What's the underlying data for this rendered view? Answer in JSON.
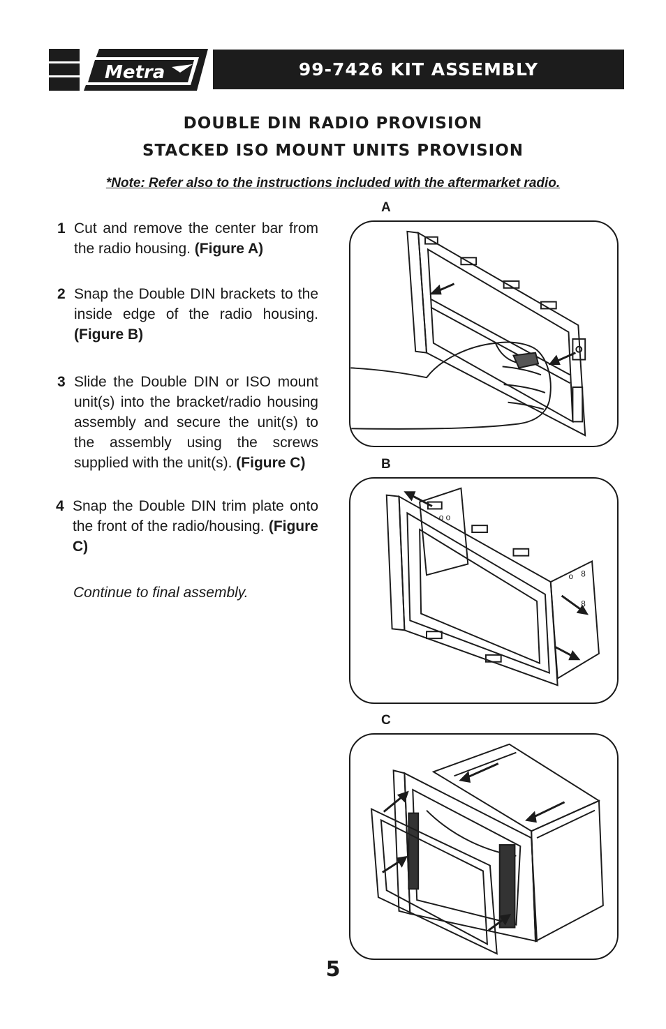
{
  "header": {
    "brand": "Metra",
    "title": "99-7426 KIT ASSEMBLY"
  },
  "titles": {
    "line1": "DOUBLE DIN RADIO PROVISION",
    "line2": "STACKED ISO MOUNT UNITS PROVISION"
  },
  "note": "*Note:  Refer also to the instructions included with the aftermarket radio.",
  "steps": [
    {
      "number": "1",
      "text": "Cut and remove the center bar from the radio housing. ",
      "ref": "(Figure A)"
    },
    {
      "number": "2",
      "text": "Snap the Double DIN brackets to the inside edge of the radio housing. ",
      "ref": "(Figure B)"
    },
    {
      "number": "3",
      "text": "Slide the Double DIN or ISO mount unit(s) into the bracket/radio housing assembly and secure the unit(s) to the assembly using the screws supplied with the unit(s). ",
      "ref": "(Figure C)"
    },
    {
      "number": "4",
      "text": "Snap the Double DIN trim plate onto the front of the radio/housing. ",
      "ref": "(Figure C)"
    }
  ],
  "continue_text": "Continue to final assembly",
  "continue_period": ".",
  "figures": {
    "a": {
      "label": "A"
    },
    "b": {
      "label": "B"
    },
    "c": {
      "label": "C"
    }
  },
  "page_number": "5",
  "colors": {
    "ink": "#1c1c1c",
    "paper": "#ffffff"
  }
}
